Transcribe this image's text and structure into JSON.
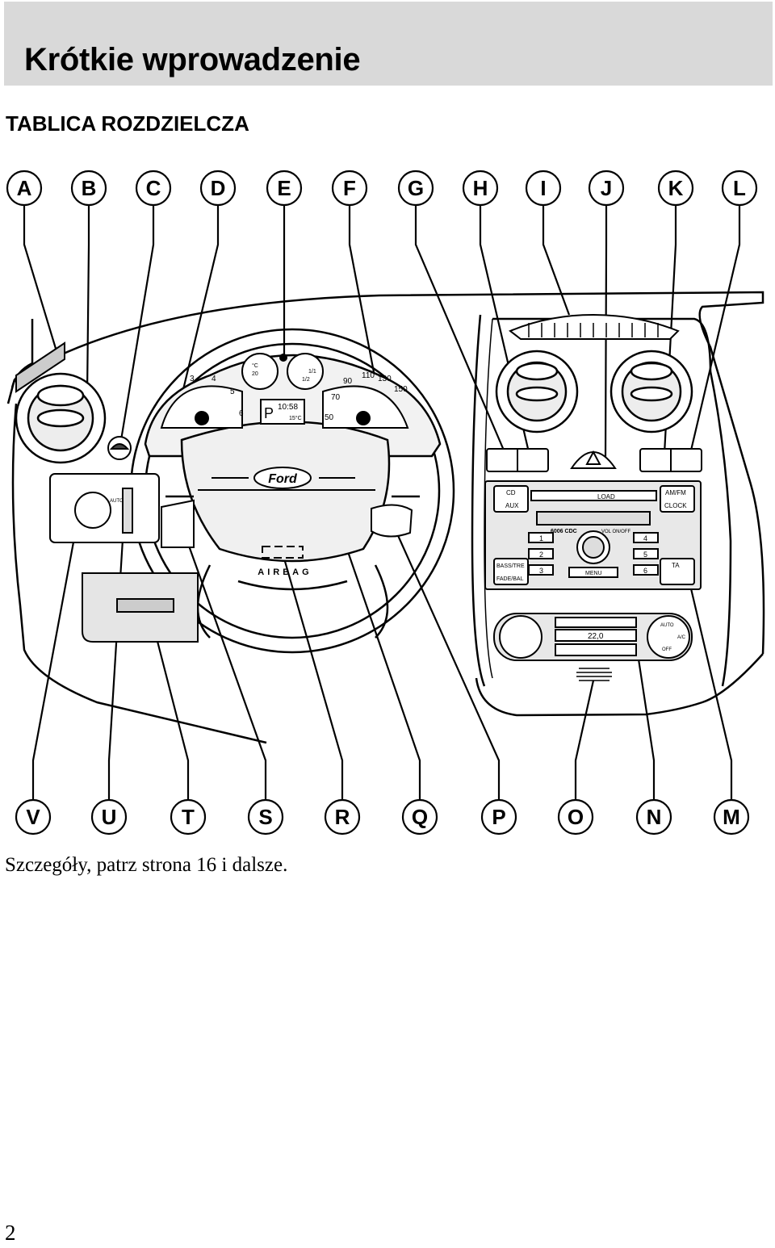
{
  "header": {
    "title": "Krótkie wprowadzenie"
  },
  "section_title": "TABLICA ROZDZIELCZA",
  "callouts_top": [
    "A",
    "B",
    "C",
    "D",
    "E",
    "F",
    "G",
    "H",
    "I",
    "J",
    "K",
    "L"
  ],
  "callouts_bottom": [
    "V",
    "U",
    "T",
    "S",
    "R",
    "Q",
    "P",
    "O",
    "N",
    "M"
  ],
  "illustration": {
    "brand_logo": "Ford",
    "airbag_label": "AIRBAG",
    "clock_display": "10:58",
    "gear_display": "P",
    "outside_temp": "15°C",
    "climate_temp": "22,0",
    "radio": {
      "model": "6006 CDC",
      "left_buttons": [
        "CD",
        "AUX",
        "BASS/TRE",
        "FADE/BAL"
      ],
      "right_buttons": [
        "AM/FM",
        "CLOCK",
        "TA"
      ],
      "top_buttons": [
        "LOAD"
      ],
      "vol_label": "VOL ON/OFF",
      "menu_label": "MENU",
      "presets": [
        "1",
        "2",
        "3",
        "4",
        "5",
        "6"
      ]
    },
    "climate": {
      "buttons": [
        "AUTO",
        "A/C",
        "OFF"
      ]
    },
    "light_switch": {
      "auto_label": "AUTO"
    },
    "speedo_ticks": [
      "50",
      "70",
      "90",
      "110",
      "130",
      "150"
    ],
    "tacho_ticks": [
      "3",
      "4",
      "5",
      "6"
    ],
    "temp_gauge": [
      "°C",
      "20"
    ],
    "fuel_gauge": [
      "1/1",
      "1/2"
    ]
  },
  "caption": "Szczegóły, patrz strona 16 i dalsze.",
  "page_number": "2"
}
